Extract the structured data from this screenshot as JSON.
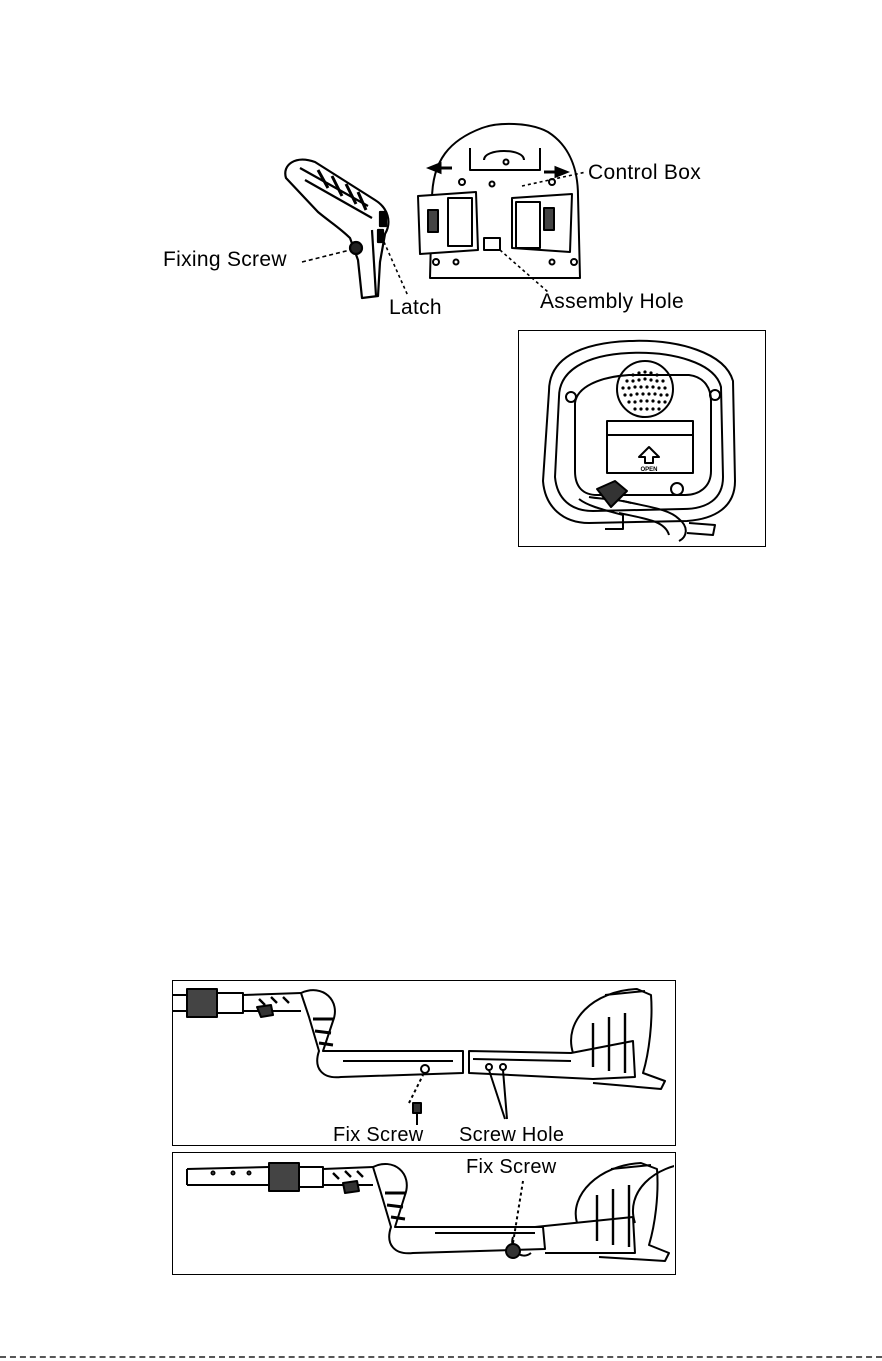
{
  "figure_top": {
    "labels": {
      "control_box": "Control Box",
      "fixing_screw": "Fixing Screw",
      "latch": "Latch",
      "assembly_hole": "Assembly Hole"
    }
  },
  "figure_control_box_back": {
    "open_marking": "OPEN"
  },
  "figure_bottom": {
    "panel1": {
      "fix_screw": "Fix Screw",
      "screw_hole": "Screw Hole"
    },
    "panel2": {
      "fix_screw": "Fix Screw"
    }
  },
  "colors": {
    "line": "#000000",
    "background": "#ffffff"
  }
}
